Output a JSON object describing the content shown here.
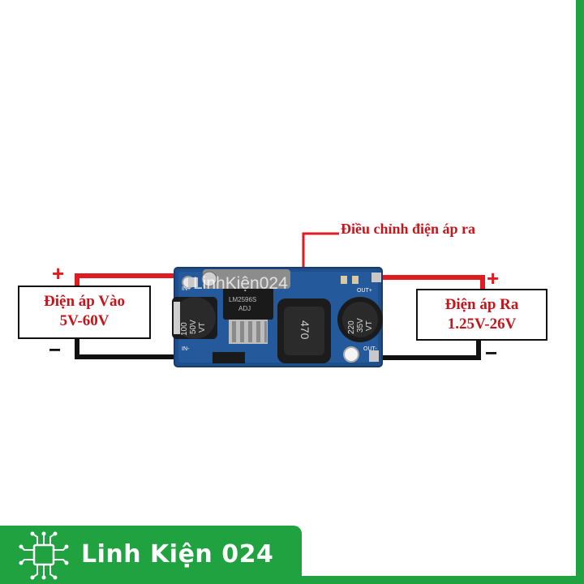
{
  "input_box": {
    "line1": "Điện áp Vào",
    "line2": "5V-60V",
    "plus": "+",
    "minus": "−"
  },
  "output_box": {
    "line1": "Điện áp Ra",
    "line2": "1.25V-26V",
    "plus": "+",
    "minus": "−"
  },
  "adjust_label": "Điều chỉnh điện áp ra",
  "pcb": {
    "label_in_plus": "IN+",
    "label_in_minus": "IN-",
    "label_out_plus": "OUT+",
    "label_out_minus": "OUT-",
    "cap_in": [
      "100",
      "50V",
      "VT"
    ],
    "cap_out": [
      "220",
      "35V",
      "VT"
    ],
    "chip_text": [
      "LM2596S",
      "ADJ"
    ],
    "inductor": "470",
    "watermark": "LinhKiện024"
  },
  "footer": {
    "brand": "Linh Kiện 024"
  },
  "colors": {
    "wire_red": "#e11b22",
    "wire_black": "#111111",
    "pcb_blue": "#1e4f8c",
    "brand_green": "#1fa23f",
    "label_red": "#c4161c"
  }
}
